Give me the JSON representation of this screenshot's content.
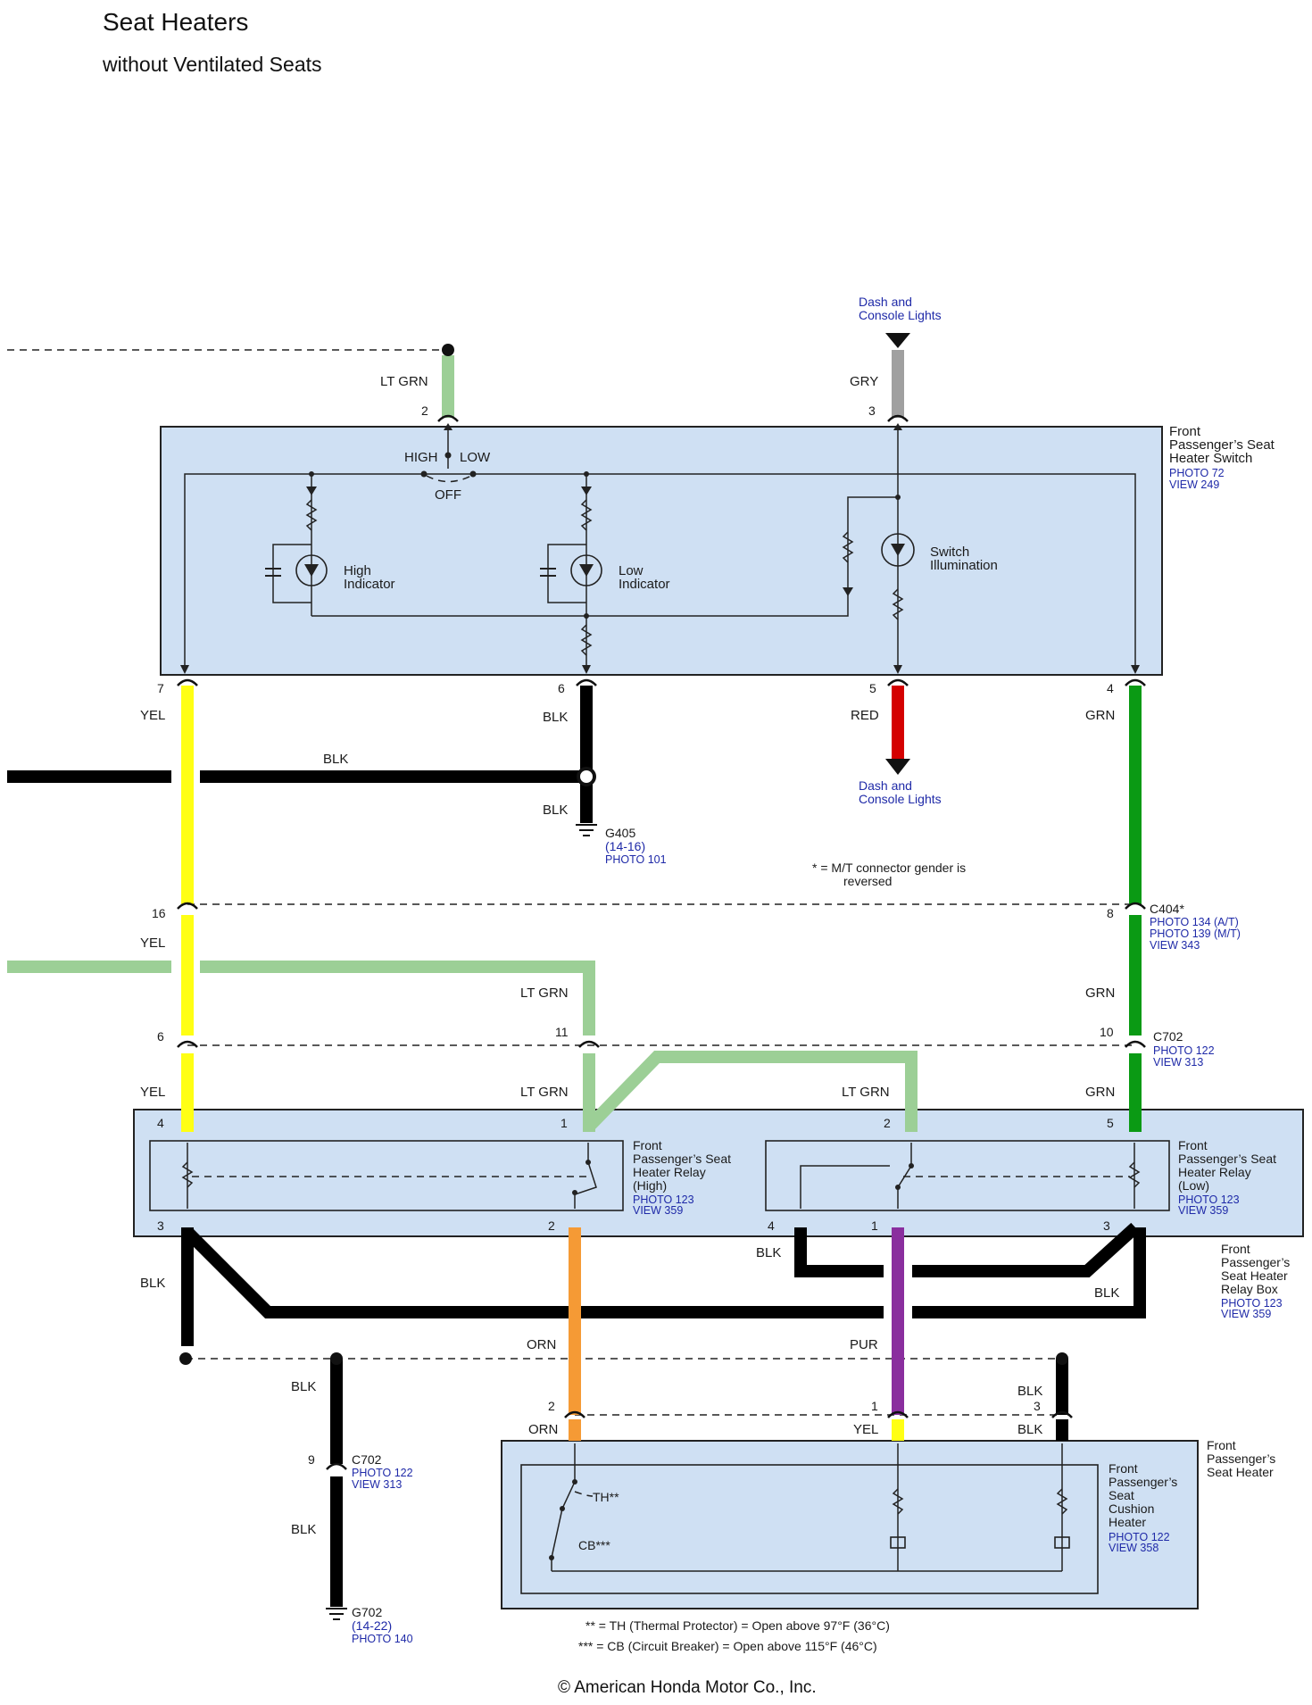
{
  "title": "Seat Heaters",
  "subtitle": "without Ventilated Seats",
  "copyright": "© American Honda Motor Co., Inc.",
  "sources": {
    "dash_top": [
      "Dash and",
      "Console Lights"
    ],
    "dash_bottom": [
      "Dash and",
      "Console Lights"
    ]
  },
  "colors": {
    "ltgrn": "#9ccf96",
    "gry": "#a0a0a0",
    "yel": "#ffff14",
    "blk": "#000000",
    "red": "#d40000",
    "grn": "#0a9a14",
    "orn": "#f59a35",
    "pur": "#8a2e9e",
    "box": "#cfe0f3",
    "link": "#1f2aa8"
  },
  "components": {
    "switch": {
      "lines": [
        "Front",
        "Passenger’s Seat",
        "Heater Switch"
      ],
      "photo": "PHOTO 72",
      "view": "VIEW 249",
      "positions": {
        "high": "HIGH",
        "low": "LOW",
        "off": "OFF"
      },
      "high_indicator": [
        "High",
        "Indicator"
      ],
      "low_indicator": [
        "Low",
        "Indicator"
      ],
      "illumination": [
        "Switch",
        "Illumination"
      ]
    },
    "relay_high": {
      "lines": [
        "Front",
        "Passenger’s Seat",
        "Heater Relay",
        "(High)"
      ],
      "photo": "PHOTO 123",
      "view": "VIEW 359"
    },
    "relay_low": {
      "lines": [
        "Front",
        "Passenger’s Seat",
        "Heater Relay",
        "(Low)"
      ],
      "photo": "PHOTO 123",
      "view": "VIEW 359"
    },
    "relay_box": {
      "lines": [
        "Front",
        "Passenger’s",
        "Seat Heater",
        "Relay Box"
      ],
      "photo": "PHOTO 123",
      "view": "VIEW 359"
    },
    "seat_heater": {
      "lines": [
        "Front",
        "Passenger’s",
        "Seat Heater"
      ]
    },
    "cushion_heater": {
      "lines": [
        "Front",
        "Passenger’s",
        "Seat",
        "Cushion",
        "Heater"
      ],
      "photo": "PHOTO 122",
      "view": "VIEW 358",
      "th": "TH**",
      "cb": "CB***"
    }
  },
  "connectors": {
    "c404": {
      "name": "C404*",
      "photos": [
        "PHOTO 134 (A/T)",
        "PHOTO 139 (M/T)"
      ],
      "view": "VIEW 343"
    },
    "c702_a": {
      "name": "C702",
      "photo": "PHOTO 122",
      "view": "VIEW 313"
    },
    "c702_b": {
      "name": "C702",
      "photo": "PHOTO 122",
      "view": "VIEW 313"
    }
  },
  "grounds": {
    "g405": {
      "name": "G405",
      "ref": "(14-16)",
      "photo": "PHOTO 101"
    },
    "g702": {
      "name": "G702",
      "ref": "(14-22)",
      "photo": "PHOTO 140"
    }
  },
  "wires": {
    "ltgrn_top": "LT GRN",
    "gry_top": "GRY",
    "yel_a": "YEL",
    "blk_sw6": "BLK",
    "red_sw5": "RED",
    "grn_sw4": "GRN",
    "blk_horiz": "BLK",
    "blk_g405": "BLK",
    "yel_b": "YEL",
    "ltgrn_mid": "LT GRN",
    "grn_mid": "GRN",
    "yel_c": "YEL",
    "ltgrn_r1": "LT GRN",
    "ltgrn_r2": "LT GRN",
    "grn_r5": "GRN",
    "blk_r4": "BLK",
    "blk_r3": "BLK",
    "blk_left": "BLK",
    "orn_a": "ORN",
    "pur": "PUR",
    "blk_c702_top": "BLK",
    "blk_c702_bot": "BLK",
    "blk_heater_a": "BLK",
    "blk_heater_b": "BLK",
    "orn_b": "ORN",
    "yel_d": "YEL"
  },
  "pins": {
    "sw2": "2",
    "sw3": "3",
    "sw7": "7",
    "sw6": "6",
    "sw5": "5",
    "sw4": "4",
    "c404_16": "16",
    "c404_8": "8",
    "c702_6": "6",
    "c702_11": "11",
    "c702_10": "10",
    "c702_9": "9",
    "rb4": "4",
    "rb1": "1",
    "rb2": "2",
    "rb5": "5",
    "rb3a": "3",
    "rb2b": "2",
    "rb4b": "4",
    "rb1b": "1",
    "rb3b": "3",
    "sh2": "2",
    "sh1": "1",
    "sh3": "3"
  },
  "notes": {
    "mt": [
      "* = M/T connector gender is",
      "reversed"
    ],
    "th": "** = TH (Thermal Protector) = Open above 97°F (36°C)",
    "cb": "*** = CB (Circuit Breaker) = Open above 115°F (46°C)"
  }
}
